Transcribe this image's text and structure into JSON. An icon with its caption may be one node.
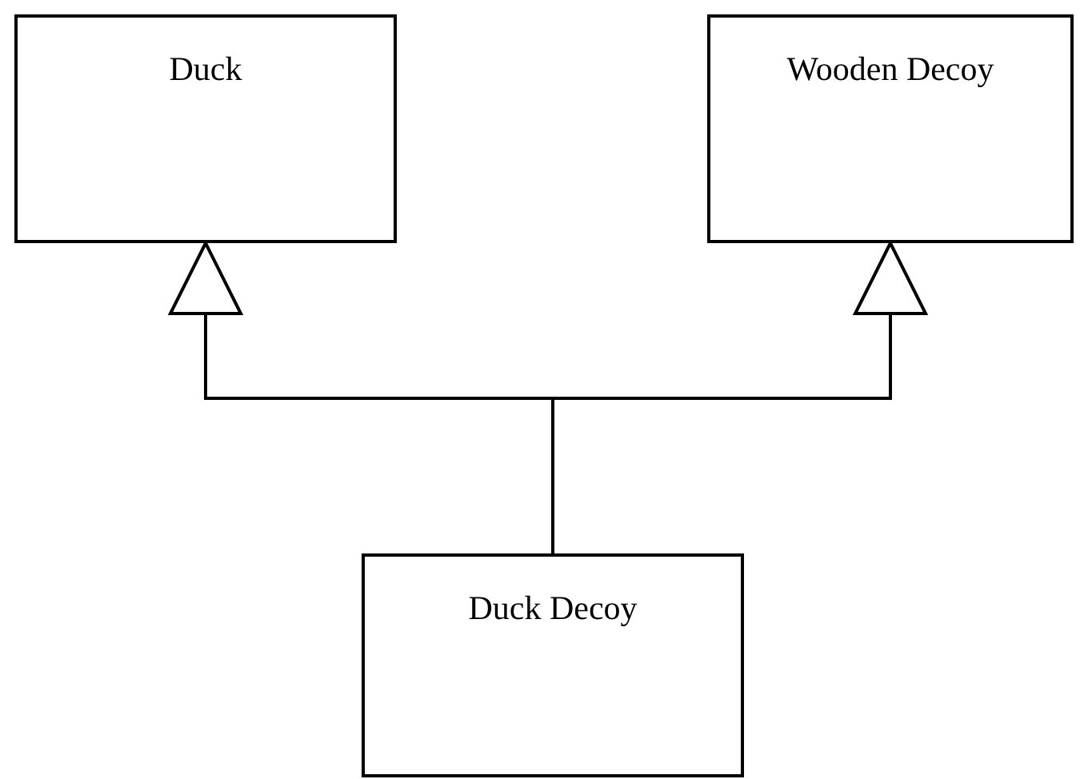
{
  "diagram": {
    "nodes": [
      {
        "text": [
          "Duck"
        ]
      },
      {
        "text": [
          "Wooden Decoy"
        ]
      },
      {
        "text": [
          "Duck Decoy"
        ]
      }
    ],
    "edges": [
      {
        "from": 2,
        "to": 0,
        "arrow": "to"
      },
      {
        "from": 2,
        "to": 1,
        "arrow": "to"
      }
    ]
  }
}
